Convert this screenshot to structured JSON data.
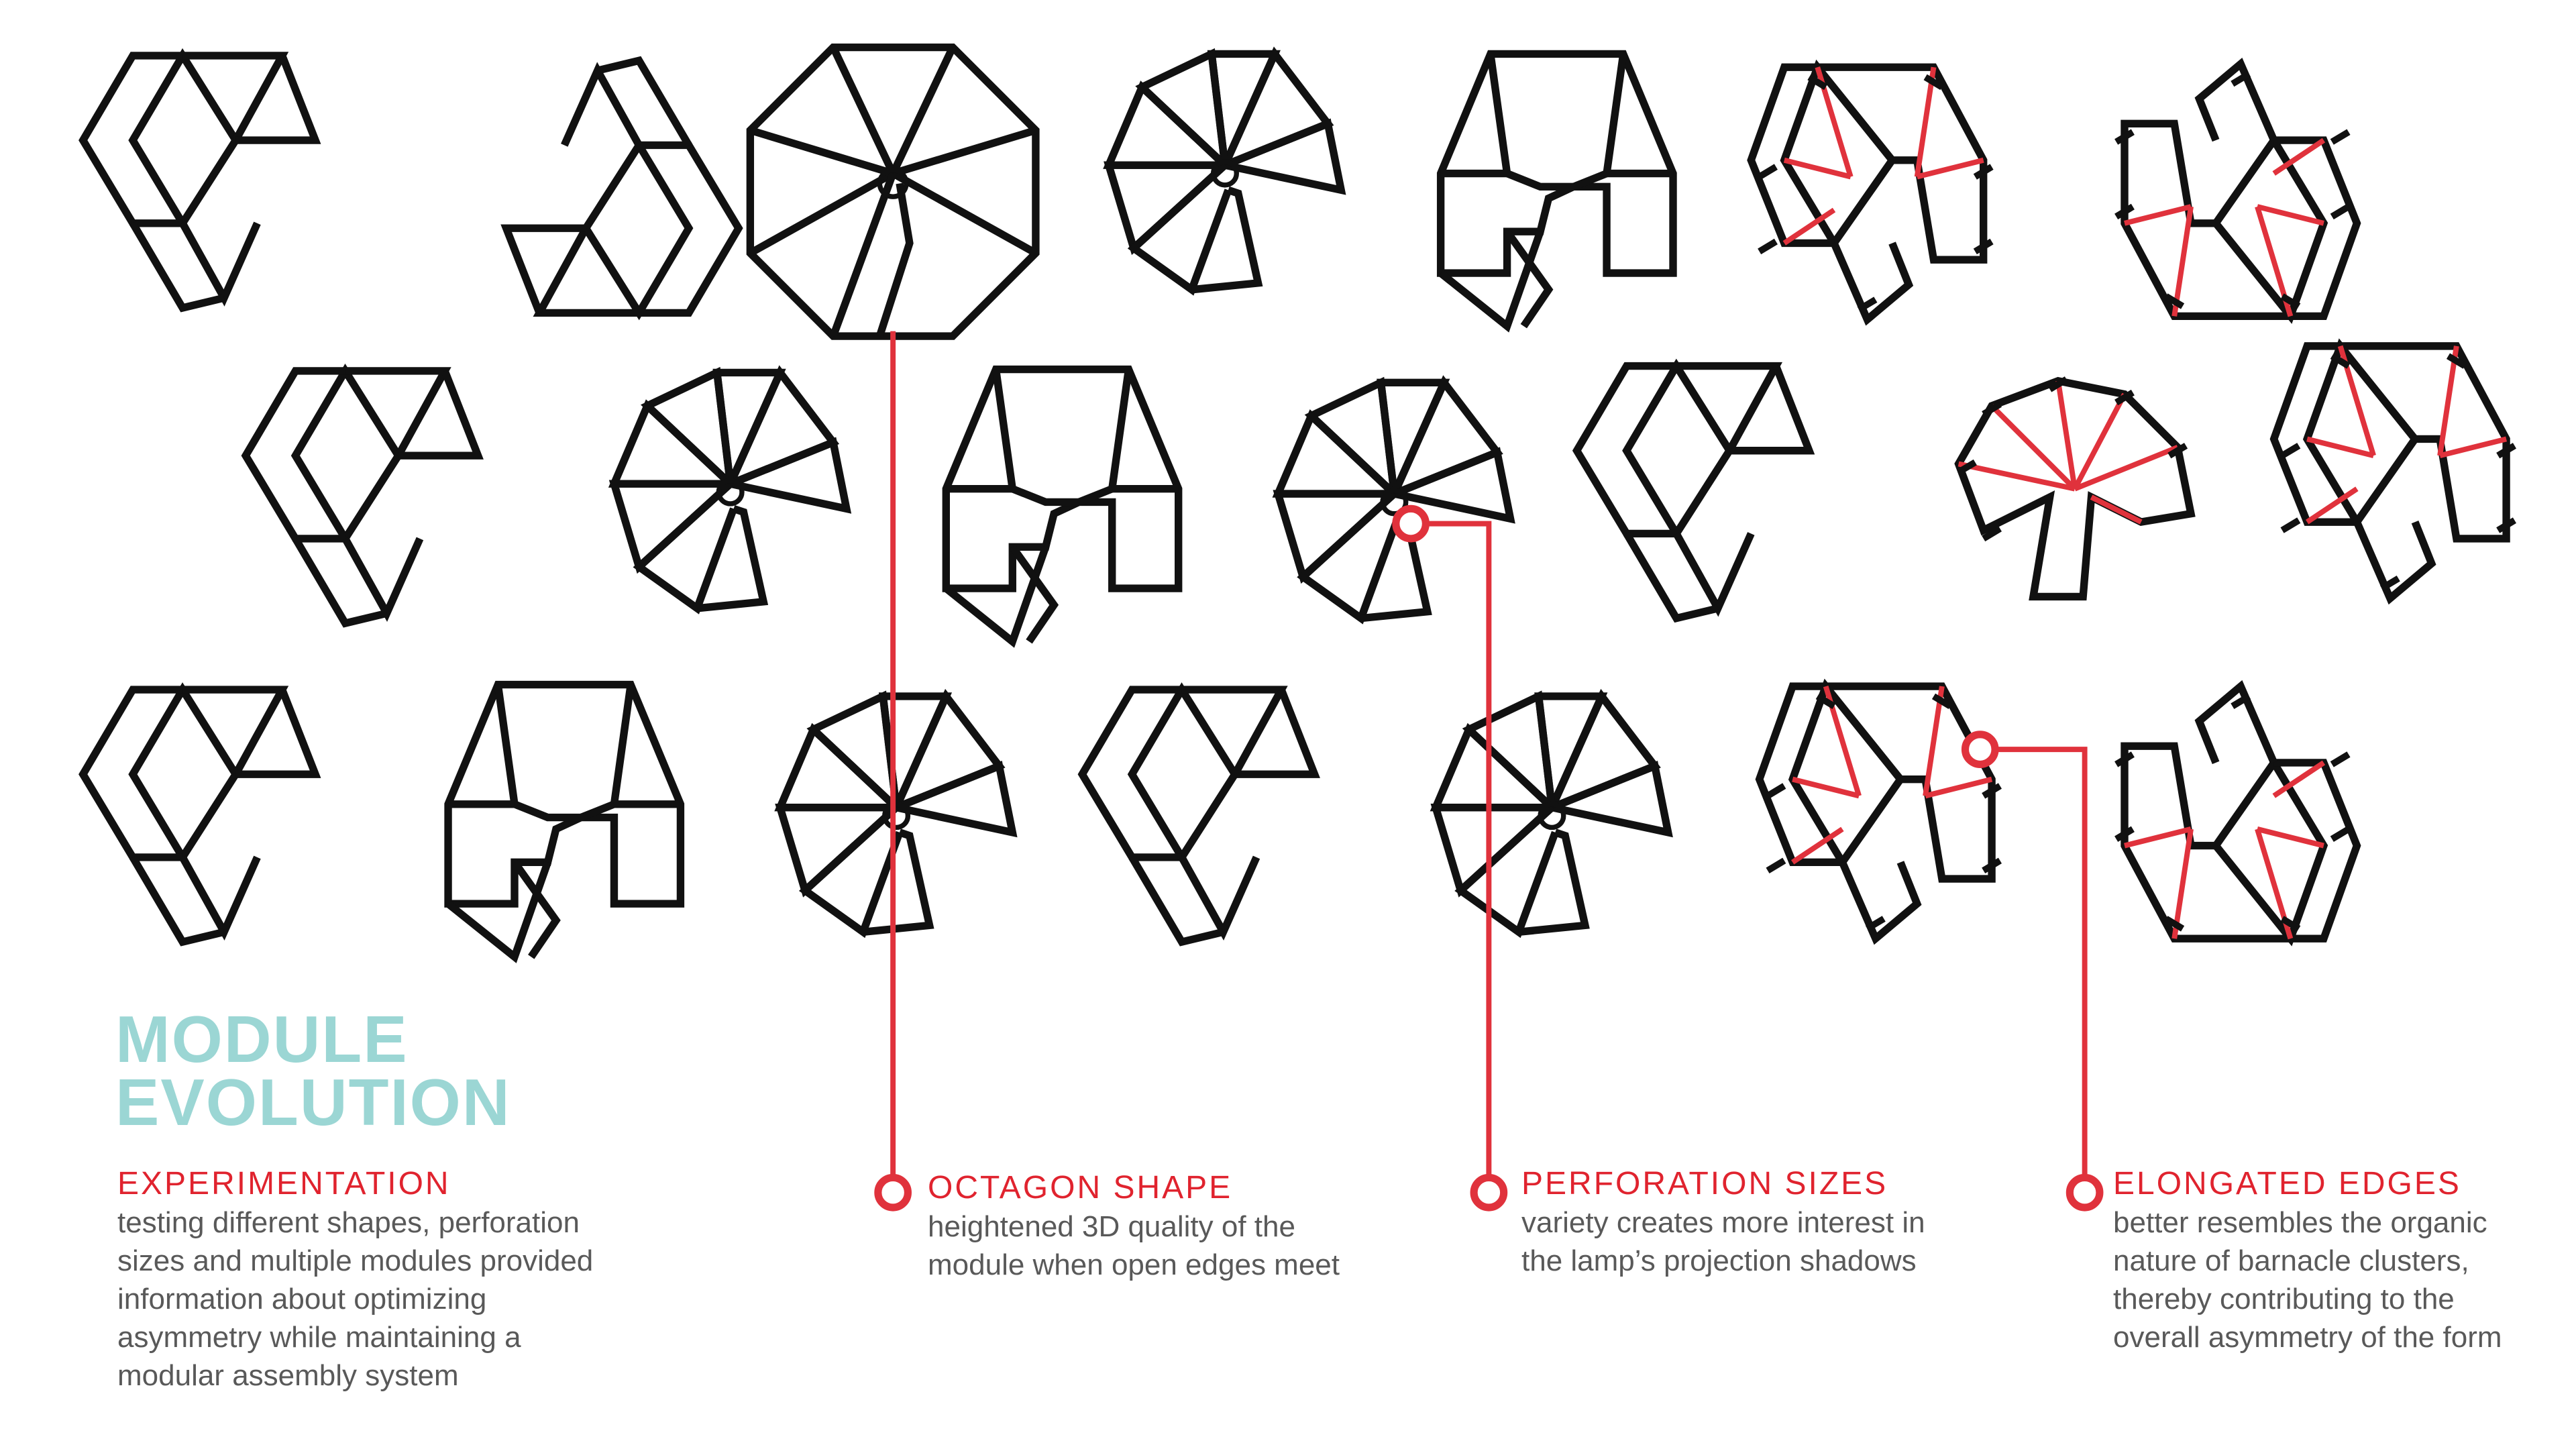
{
  "title": {
    "line1": "MODULE",
    "line2": "EVOLUTION"
  },
  "sections": [
    {
      "heading": "EXPERIMENTATION",
      "body": "testing different shapes, perforation\nsizes and multiple modules provided\ninformation about optimizing\nasymmetry while maintaining a\nmodular assembly system"
    },
    {
      "heading": "OCTAGON SHAPE",
      "body": "heightened 3D quality of the\nmodule when open edges meet"
    },
    {
      "heading": "PERFORATION SIZES",
      "body": "variety creates more interest in\nthe lamp’s projection shadows"
    },
    {
      "heading": "ELONGATED EDGES",
      "body": "better resembles the organic\nnature of barnacle clusters,\nthereby contributing to the\noverall asymmetry of the form"
    }
  ],
  "colors": {
    "accent": "#e0232e",
    "title": "#9bd6d4",
    "line": "#111111",
    "body_text": "#595959"
  }
}
